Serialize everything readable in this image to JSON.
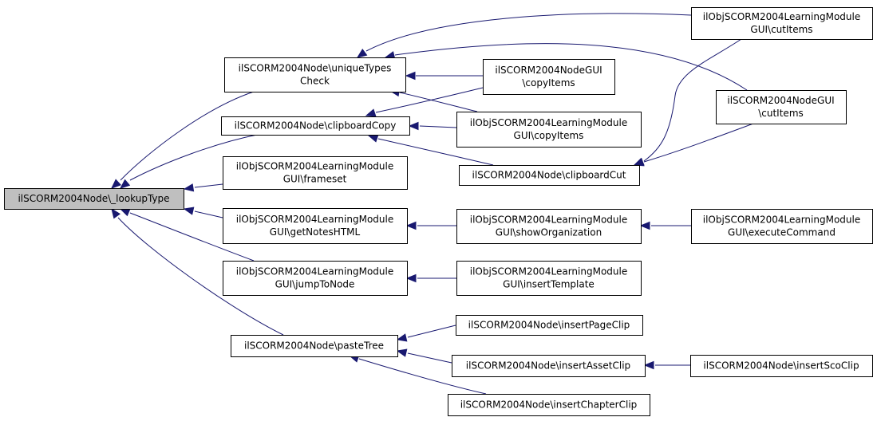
{
  "nodes": {
    "lookup_type": [
      "ilSCORM2004Node\\_lookupType"
    ],
    "unique_types_check": [
      "ilSCORM2004Node\\uniqueTypes",
      "Check"
    ],
    "clipboard_copy": [
      "ilSCORM2004Node\\clipboardCopy"
    ],
    "frameset": [
      "ilObjSCORM2004LearningModule",
      "GUI\\frameset"
    ],
    "get_notes_html": [
      "ilObjSCORM2004LearningModule",
      "GUI\\getNotesHTML"
    ],
    "jump_to_node": [
      "ilObjSCORM2004LearningModule",
      "GUI\\jumpToNode"
    ],
    "paste_tree": [
      "ilSCORM2004Node\\pasteTree"
    ],
    "lm_cut_items": [
      "ilObjSCORM2004LearningModule",
      "GUI\\cutItems"
    ],
    "node_copy_items": [
      "ilSCORM2004NodeGUI",
      "\\copyItems"
    ],
    "node_cut_items": [
      "ilSCORM2004NodeGUI",
      "\\cutItems"
    ],
    "lm_copy_items": [
      "ilObjSCORM2004LearningModule",
      "GUI\\copyItems"
    ],
    "clipboard_cut": [
      "ilSCORM2004Node\\clipboardCut"
    ],
    "show_organization": [
      "ilObjSCORM2004LearningModule",
      "GUI\\showOrganization"
    ],
    "execute_command": [
      "ilObjSCORM2004LearningModule",
      "GUI\\executeCommand"
    ],
    "insert_template": [
      "ilObjSCORM2004LearningModule",
      "GUI\\insertTemplate"
    ],
    "insert_page_clip": [
      "ilSCORM2004Node\\insertPageClip"
    ],
    "insert_asset_clip": [
      "ilSCORM2004Node\\insertAssetClip"
    ],
    "insert_sco_clip": [
      "ilSCORM2004Node\\insertScoClip"
    ],
    "insert_chapter_clip": [
      "ilSCORM2004Node\\insertChapterClip"
    ]
  },
  "edges": [
    {
      "caller": "unique_types_check",
      "callee": "lookup_type"
    },
    {
      "caller": "clipboard_copy",
      "callee": "lookup_type"
    },
    {
      "caller": "frameset",
      "callee": "lookup_type"
    },
    {
      "caller": "get_notes_html",
      "callee": "lookup_type"
    },
    {
      "caller": "jump_to_node",
      "callee": "lookup_type"
    },
    {
      "caller": "paste_tree",
      "callee": "lookup_type"
    },
    {
      "caller": "lm_cut_items",
      "callee": "unique_types_check"
    },
    {
      "caller": "node_cut_items",
      "callee": "unique_types_check"
    },
    {
      "caller": "node_copy_items",
      "callee": "unique_types_check"
    },
    {
      "caller": "lm_copy_items",
      "callee": "unique_types_check"
    },
    {
      "caller": "node_copy_items",
      "callee": "clipboard_copy"
    },
    {
      "caller": "lm_copy_items",
      "callee": "clipboard_copy"
    },
    {
      "caller": "clipboard_cut",
      "callee": "clipboard_copy"
    },
    {
      "caller": "lm_cut_items",
      "callee": "clipboard_cut"
    },
    {
      "caller": "node_cut_items",
      "callee": "clipboard_cut"
    },
    {
      "caller": "show_organization",
      "callee": "get_notes_html"
    },
    {
      "caller": "execute_command",
      "callee": "show_organization"
    },
    {
      "caller": "insert_template",
      "callee": "jump_to_node"
    },
    {
      "caller": "insert_page_clip",
      "callee": "paste_tree"
    },
    {
      "caller": "insert_asset_clip",
      "callee": "paste_tree"
    },
    {
      "caller": "insert_chapter_clip",
      "callee": "paste_tree"
    },
    {
      "caller": "insert_sco_clip",
      "callee": "insert_asset_clip"
    }
  ]
}
